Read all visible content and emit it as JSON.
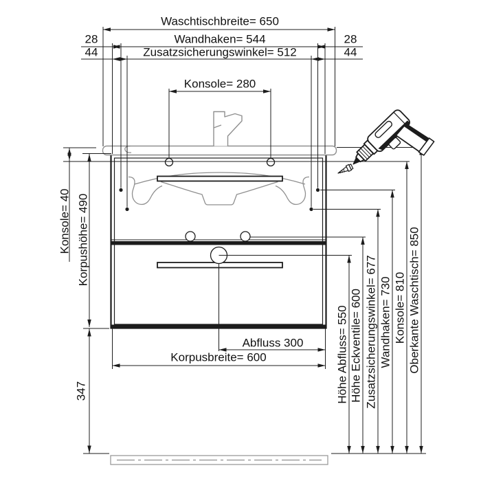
{
  "diagram": {
    "top": {
      "waschtischbreite": "Waschtischbreite= 650",
      "offset_28_left": "28",
      "wandhaken": "Wandhaken= 544",
      "offset_28_right": "28",
      "offset_44_left": "44",
      "zusatzsicherungswinkel": "Zusatzsicherungswinkel= 512",
      "offset_44_right": "44",
      "konsole": "Konsole= 280"
    },
    "left": {
      "konsole": "Konsole= 40",
      "korpushoehe": "Korpushöhe= 490",
      "dim_347": "347"
    },
    "bottom": {
      "abfluss": "Abfluss 300",
      "korpusbreite": "Korpusbreite= 600"
    },
    "right": {
      "hoehe_abfluss": "Höhe Abfluss= 550",
      "hoehe_eckventile": "Höhe Eckventile= 600",
      "zusatzsicherungswinkel": "Zusatzsicherungswinkel= 677",
      "wandhaken": "Wandhaken= 730",
      "konsole": "Konsole= 810",
      "oberkante_waschtisch": "Oberkante Waschtisch= 850"
    },
    "colors": {
      "line": "#1c1c1c",
      "secondary_line": "#8f8f8f",
      "background": "#ffffff"
    }
  }
}
